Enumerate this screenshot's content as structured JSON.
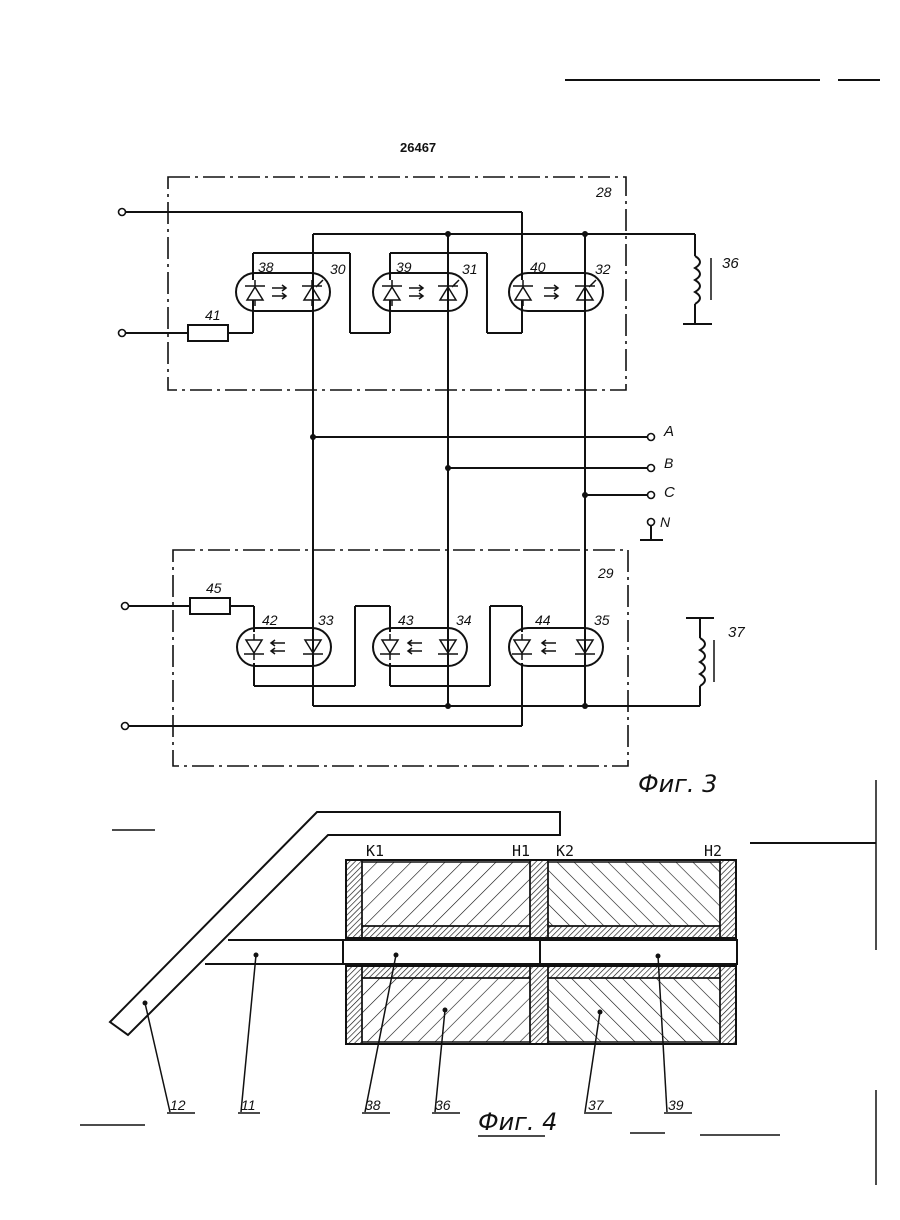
{
  "document_number": "26467",
  "fig3": {
    "caption": "Фиг. 3",
    "block_top": "28",
    "block_bottom": "29",
    "resistor_top": "41",
    "resistor_bottom": "45",
    "optocouplers_top": [
      {
        "led": "38",
        "thyristor": "30"
      },
      {
        "led": "39",
        "thyristor": "31"
      },
      {
        "led": "40",
        "thyristor": "32"
      }
    ],
    "optocouplers_bottom": [
      {
        "led": "42",
        "thyristor": "33"
      },
      {
        "led": "43",
        "thyristor": "34"
      },
      {
        "led": "44",
        "thyristor": "35"
      }
    ],
    "coil_top": "36",
    "coil_bottom": "37",
    "phases": [
      "A",
      "B",
      "C",
      "N"
    ]
  },
  "fig4": {
    "caption": "Фиг. 4",
    "section_labels": [
      "K1",
      "H1",
      "K2",
      "H2"
    ],
    "callouts": [
      "12",
      "11",
      "38",
      "36",
      "37",
      "39"
    ]
  }
}
